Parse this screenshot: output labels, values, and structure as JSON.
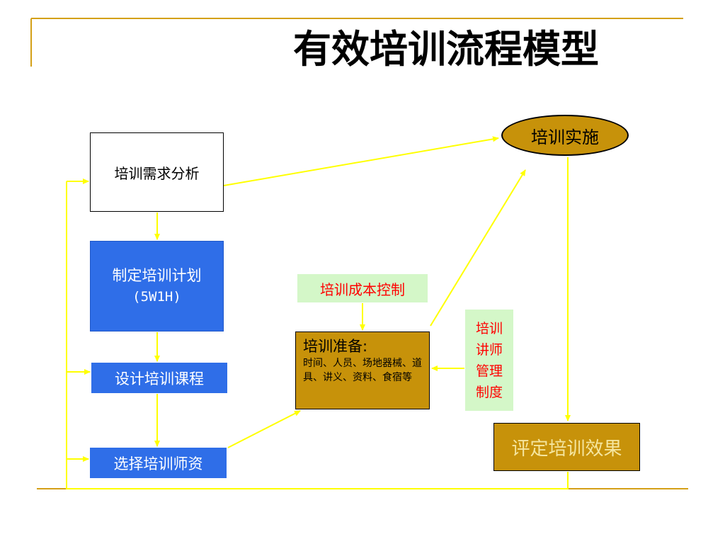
{
  "slide": {
    "title": "有效培训流程模型"
  },
  "nodes": {
    "needs_analysis": "培训需求分析",
    "plan_line1": "制定培训计划",
    "plan_line2": "(5W1H)",
    "design_course": "设计培训课程",
    "select_teacher": "选择培训师资",
    "cost_control": "培训成本控制",
    "lecturer_mgmt": "培训讲师管理制度",
    "prep_heading": "培训准备:",
    "prep_detail": "时间、人员、场地器械、道具、讲义、资料、食宿等",
    "implementation": "培训实施",
    "evaluate": "评定培训效果"
  },
  "colors": {
    "template_accent": "#D4A017",
    "connector": "#FFFF00",
    "blue_box": "#2F6EE8",
    "gold_box": "#C7920A",
    "green_box": "#D4F7C8",
    "red_text": "#FF0000"
  }
}
